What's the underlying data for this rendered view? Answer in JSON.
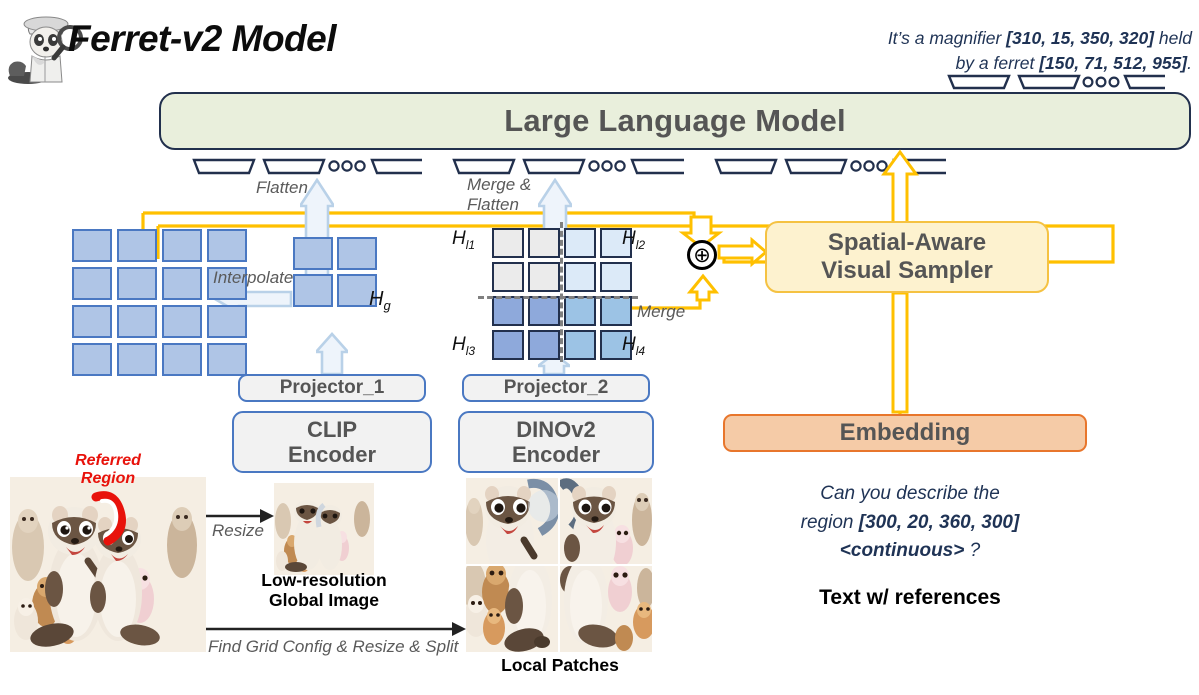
{
  "title": "Ferret-v2 Model",
  "mascot_icon": "detective-ferret-magnifier-icon",
  "output": {
    "line1_pre": "It’s a magnifier ",
    "line1_box": "[310, 15, 350, 320]",
    "line1_post": " held",
    "line2_pre": "by a ferret ",
    "line2_box": "[150, 71, 512, 955]",
    "line2_post": "."
  },
  "llm": {
    "label": "Large Language Model"
  },
  "tokens": {
    "group1_count": 3,
    "group2_count": 3,
    "group3_count": 3,
    "output_group_count": 3,
    "ellipsis_dots": 3
  },
  "grids": {
    "global_interpolated_label": "",
    "hg_label": "H",
    "hg_sub": "g",
    "h_l1": "H",
    "h_l1_sub": "l1",
    "h_l2": "H",
    "h_l2_sub": "l2",
    "h_l3": "H",
    "h_l3_sub": "l3",
    "h_l4": "H",
    "h_l4_sub": "l4"
  },
  "boxes": {
    "projector_1": "Projector_1",
    "projector_2": "Projector_2",
    "clip_encoder": "CLIP\nEncoder",
    "dino_encoder": "DINOv2\nEncoder",
    "sampler": "Spatial-Aware\nVisual Sampler",
    "embedding": "Embedding"
  },
  "flow_labels": {
    "flatten": "Flatten",
    "merge_and_flatten": "Merge &\nFlatten",
    "interpolate": "Interpolate",
    "merge": "Merge",
    "resize": "Resize",
    "find_grid": "Find Grid Config & Resize & Split"
  },
  "operators": {
    "add": "⊕"
  },
  "images": {
    "referred_region_label": "Referred\nRegion",
    "low_resolution_caption": "Low-resolution\nGlobal Image",
    "local_patches_caption": "Local Patches"
  },
  "prompt": {
    "pre": "Can you describe the\nregion ",
    "box": "[300, 20, 360, 300]",
    "continuous": "<continuous>",
    "post": " ?",
    "caption": "Text w/ references"
  },
  "colors": {
    "llm_fill": "#e9efdc",
    "llm_border": "#22304d",
    "sampler_fill": "#fdf2cf",
    "sampler_border": "#f5c242",
    "embedding_fill": "#f5cba7",
    "embedding_border": "#e8762c",
    "encoder_fill": "#f2f2f2",
    "encoder_border": "#4a78c2",
    "grid_blue": "#afc5e6",
    "h_l1": "#ebebeb",
    "h_l2": "#dceaf8",
    "h_l3": "#8ea9db",
    "h_l4": "#9cc3e5",
    "wire_yellow": "#ffc000",
    "arrow_blue": "#cfe0f2",
    "referred_red": "#e8120b",
    "text_navy": "#1f3355"
  }
}
